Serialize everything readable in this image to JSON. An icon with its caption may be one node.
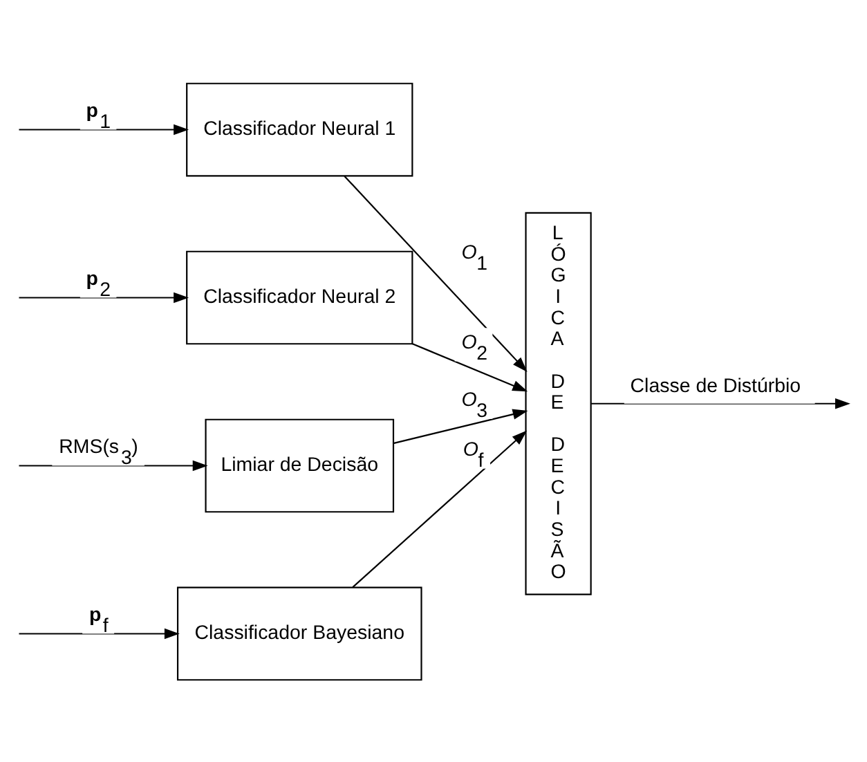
{
  "diagram": {
    "nodes": [
      {
        "text": [
          "Classificador Neural 1"
        ]
      },
      {
        "text": [
          "Classificador Neural 2"
        ]
      },
      {
        "text": [
          "Limiar de Decisão"
        ]
      },
      {
        "text": [
          "Classificador Bayesiano"
        ]
      },
      {
        "text": [
          "LÓGICA DE DECISÃO"
        ]
      }
    ],
    "edges": [
      {
        "from": null,
        "to": 0,
        "arrow": "to",
        "label": "**p**$_{1}$"
      },
      {
        "from": null,
        "to": 1,
        "arrow": "to",
        "label": "**p**$_{2}$"
      },
      {
        "from": null,
        "to": 2,
        "arrow": "to",
        "label": "RMS(s$_{3}$)"
      },
      {
        "from": null,
        "to": 3,
        "arrow": "to",
        "label": "**p**$_{f}$"
      },
      {
        "from": 0,
        "to": 4,
        "arrow": "to",
        "label": "*O*$_{1}$"
      },
      {
        "from": 1,
        "to": 4,
        "arrow": "to",
        "label": "*O*$_{2}$"
      },
      {
        "from": 2,
        "to": 4,
        "arrow": "to",
        "label": "*O*$_{3}$"
      },
      {
        "from": 3,
        "to": 4,
        "arrow": "to",
        "label": "*O*$_{f}$"
      },
      {
        "from": 4,
        "to": null,
        "arrow": "to",
        "label": "Classe de Distúrbio"
      }
    ]
  }
}
